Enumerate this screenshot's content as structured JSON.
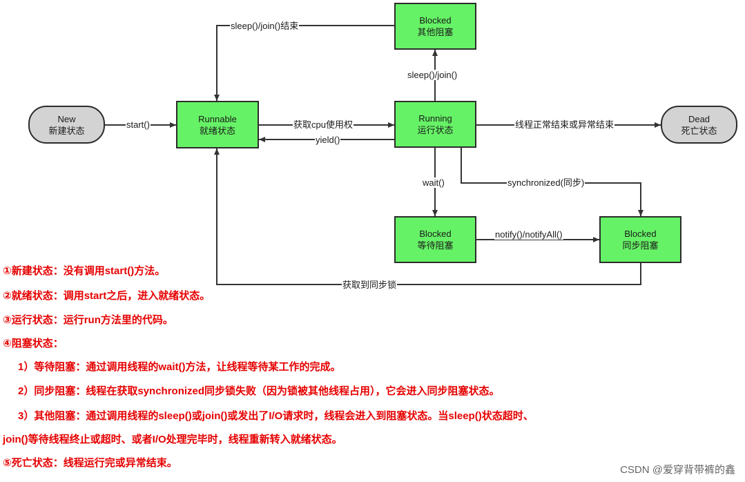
{
  "nodes": {
    "new": {
      "title": "New",
      "subtitle": "新建状态"
    },
    "runnable": {
      "title": "Runnable",
      "subtitle": "就绪状态"
    },
    "running": {
      "title": "Running",
      "subtitle": "运行状态"
    },
    "blocked_other": {
      "title": "Blocked",
      "subtitle": "其他阻塞"
    },
    "blocked_wait": {
      "title": "Blocked",
      "subtitle": "等待阻塞"
    },
    "blocked_sync": {
      "title": "Blocked",
      "subtitle": "同步阻塞"
    },
    "dead": {
      "title": "Dead",
      "subtitle": "死亡状态"
    }
  },
  "edges": {
    "start": "start()",
    "get_cpu": "获取cpu使用权",
    "yield": "yield()",
    "sleep_join": "sleep()/join()",
    "sleep_join_end": "sleep()/join()结束",
    "finish": "线程正常结束或异常结束",
    "wait": "wait()",
    "synchronized": "synchronized(同步)",
    "notify": "notify()/notifyAll()",
    "get_lock": "获取到同步锁"
  },
  "descriptions": [
    "①新建状态：没有调用start()方法。",
    "②就绪状态：调用start之后，进入就绪状态。",
    "③运行状态：运行run方法里的代码。",
    "④阻塞状态：",
    "1）等待阻塞：通过调用线程的wait()方法，让线程等待某工作的完成。",
    "2）同步阻塞：线程在获取synchronized同步锁失败（因为锁被其他线程占用），它会进入同步阻塞状态。",
    "3）其他阻塞：通过调用线程的sleep()或join()或发出了I/O请求时，线程会进入到阻塞状态。当sleep()状态超时、",
    "join()等待线程终止或超时、或者I/O处理完毕时，线程重新转入就绪状态。",
    "⑤死亡状态：线程运行完或异常结束。"
  ],
  "watermark": "CSDN @爱穿背带裤的鑫",
  "colors": {
    "state_fill": "#66f266",
    "terminal_fill": "#d3d3d3",
    "description_text": "#e60000",
    "line": "#333333"
  }
}
